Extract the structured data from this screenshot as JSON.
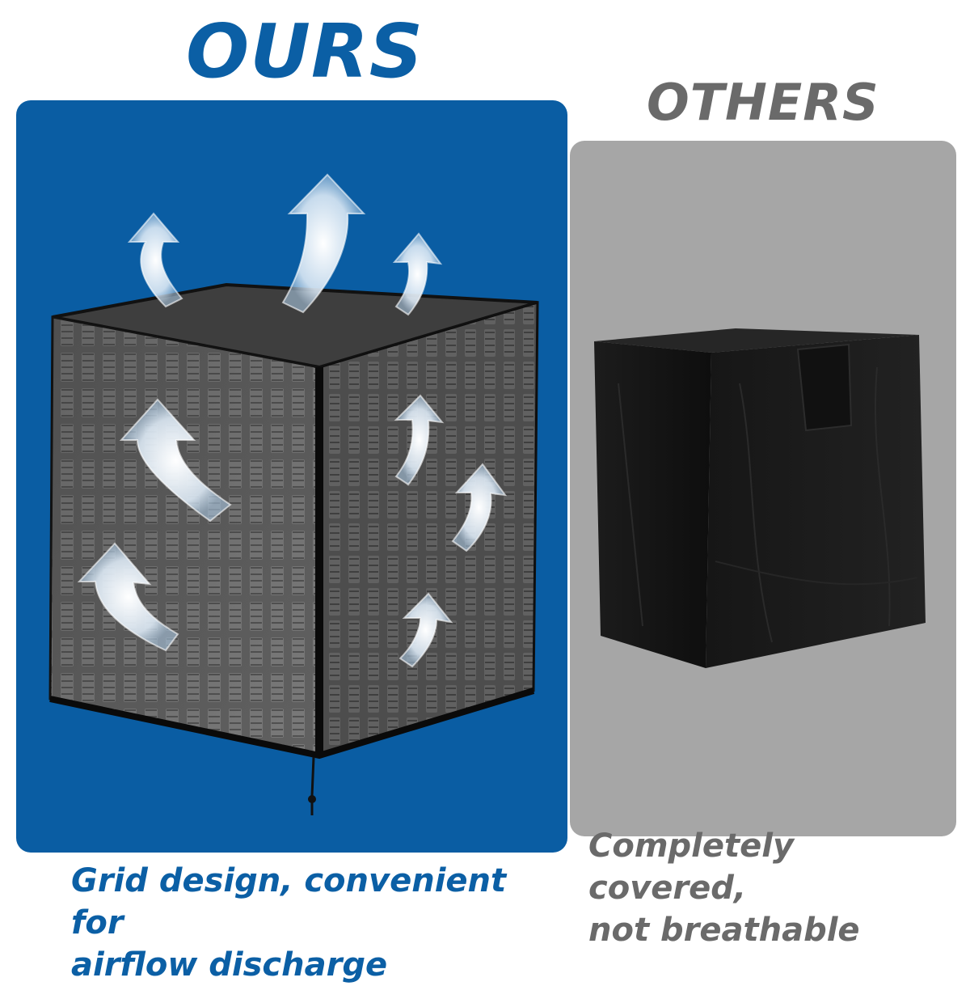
{
  "colors": {
    "ours_accent": "#0b5fa5",
    "ours_panel": "#0a5da3",
    "others_text": "#6a6a6a",
    "others_panel": "#a6a6a6",
    "cover_black": "#141414"
  },
  "ours": {
    "title": "OURS",
    "caption_line1": "Grid design, convenient for",
    "caption_line2": "airflow discharge",
    "image": {
      "subject": "mesh-ac-cover",
      "icons": [
        "airflow-arrow-icon"
      ]
    }
  },
  "others": {
    "title": "OTHERS",
    "caption_line1": "Completely covered,",
    "caption_line2": "not breathable",
    "image": {
      "subject": "solid-ac-cover"
    }
  }
}
